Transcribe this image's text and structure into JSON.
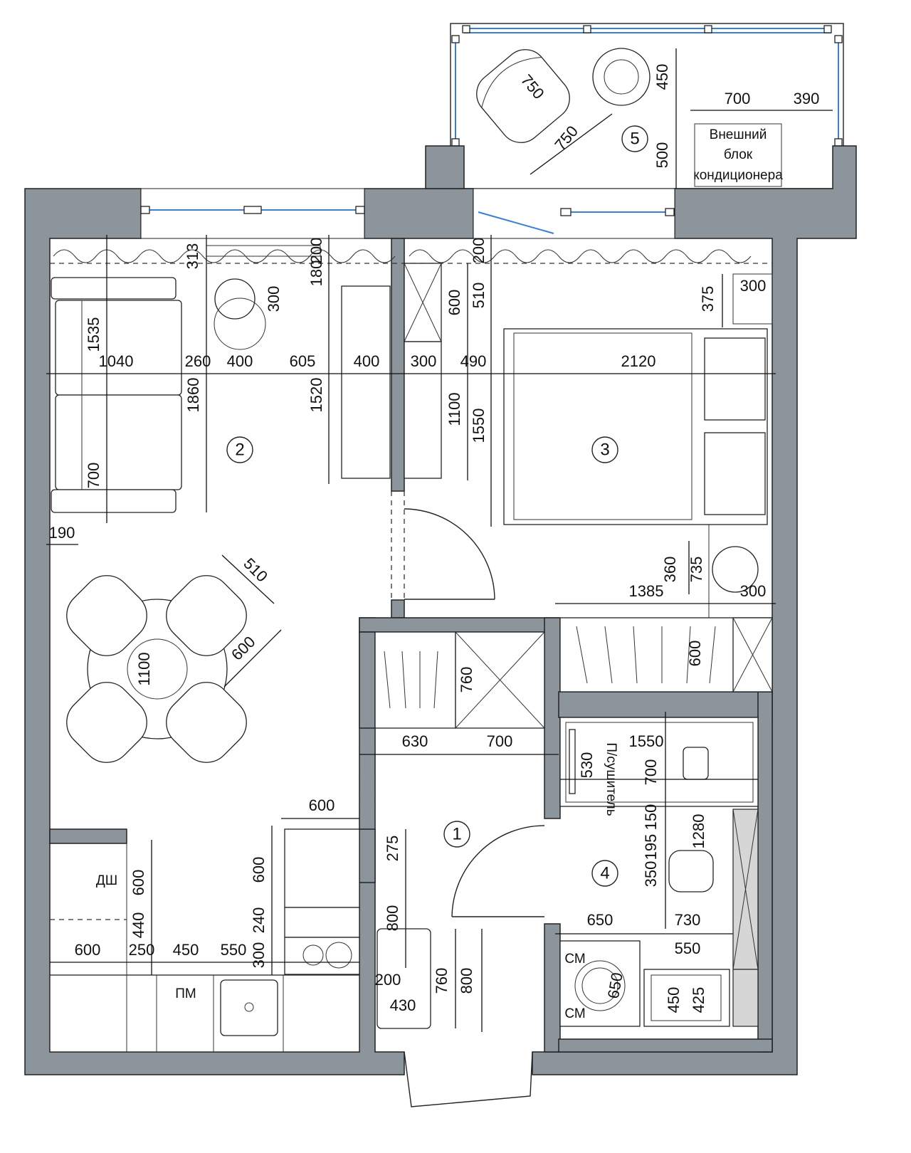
{
  "plan": {
    "rooms": [
      "1",
      "2",
      "3",
      "4",
      "5"
    ],
    "ac_unit_label": [
      "Внешний",
      "блок",
      "кондиционера"
    ],
    "fixture_labels": {
      "dishwasher": "ДШ",
      "washing_machine_top": "СМ",
      "washing_machine_bottom": "СМ",
      "towel_dryer": "П/сушитель",
      "built_in_dishwasher": "ПМ"
    },
    "dims": {
      "living": [
        "313",
        "200",
        "180",
        "300",
        "1535",
        "1040",
        "260",
        "400",
        "605",
        "1520",
        "400",
        "1860",
        "700",
        "190",
        "510",
        "600",
        "1100"
      ],
      "bedroom": [
        "200",
        "600",
        "510",
        "300",
        "490",
        "2120",
        "375",
        "300",
        "1100",
        "1550",
        "360",
        "735",
        "1385",
        "300",
        "600"
      ],
      "balcony": [
        "750",
        "750",
        "450",
        "700",
        "390",
        "500"
      ],
      "hall": [
        "760",
        "630",
        "700",
        "275",
        "800",
        "760",
        "800",
        "200",
        "430"
      ],
      "kitchen": [
        "600",
        "600",
        "240",
        "300",
        "600",
        "440",
        "600",
        "250",
        "450",
        "550"
      ],
      "bath": [
        "530",
        "1550",
        "700",
        "150",
        "195",
        "1280",
        "350",
        "650",
        "730",
        "550",
        "650",
        "450",
        "425"
      ]
    },
    "colors": {
      "wall": "#8d959c",
      "window": "#3a7fd0"
    }
  }
}
